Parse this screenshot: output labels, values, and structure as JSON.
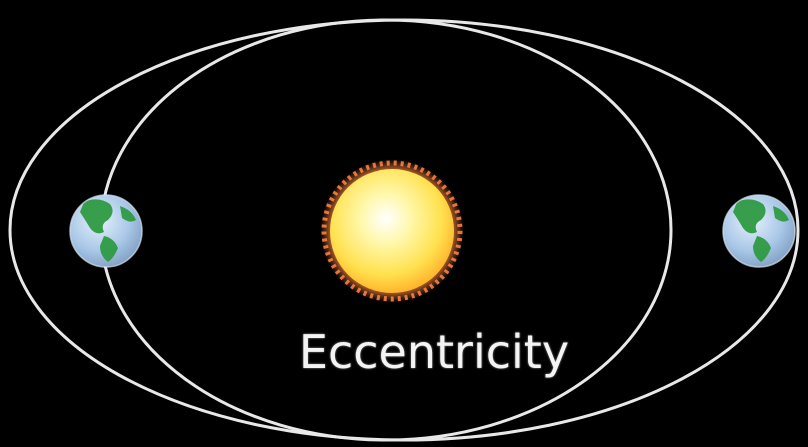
{
  "diagram": {
    "label": "Eccentricity",
    "colors": {
      "background": "#000000",
      "orbit_stroke": "#e8e8e8",
      "sun_core": "#ffffff",
      "sun_mid": "#ffe45c",
      "sun_edge": "#ffb12a",
      "sun_corona": "#ff7a3c",
      "earth_ocean": "#a9c9ea",
      "earth_land": "#2f9a43"
    },
    "elements": {
      "orbits": [
        "circular-orbit",
        "eccentric-orbit"
      ],
      "sun": "sun-icon",
      "planets": [
        "earth-icon-left",
        "earth-icon-right"
      ]
    }
  }
}
